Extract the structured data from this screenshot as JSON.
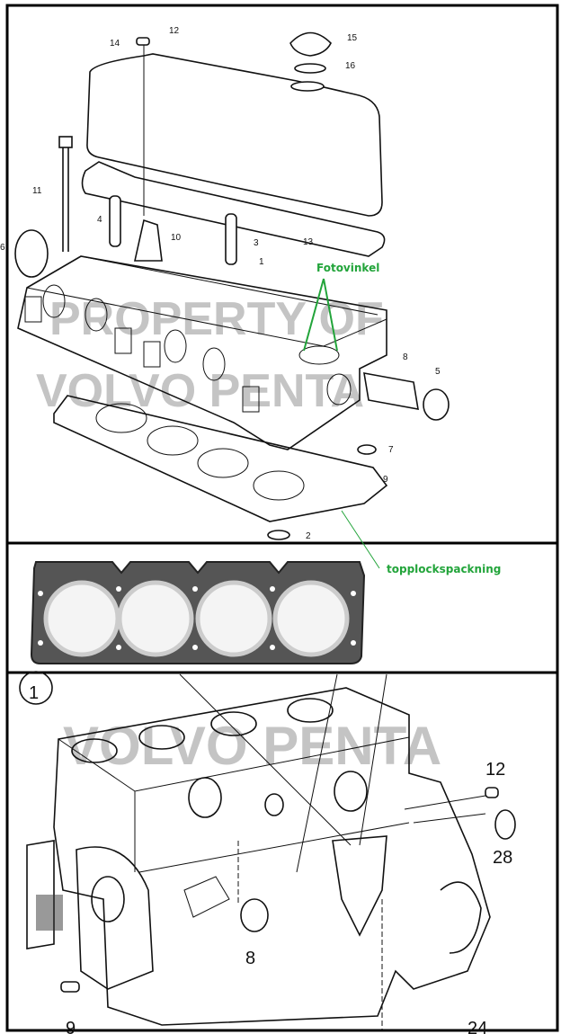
{
  "watermark": {
    "top_line1": "PROPERTY OF",
    "top_line2": "VOLVO PENTA",
    "bottom": "VOLVO PENTA"
  },
  "annotations": {
    "photo_angle": "Fotovinkel",
    "head_gasket": "topplockspackning",
    "color": "#22a43a"
  },
  "top_panel": {
    "part_labels": [
      "1",
      "2",
      "3",
      "4",
      "5",
      "6",
      "7",
      "8",
      "9",
      "10",
      "11",
      "12",
      "13",
      "14",
      "15",
      "16"
    ]
  },
  "bottom_panel": {
    "part_labels": [
      "1",
      "12",
      "28",
      "8",
      "9",
      "24"
    ]
  }
}
